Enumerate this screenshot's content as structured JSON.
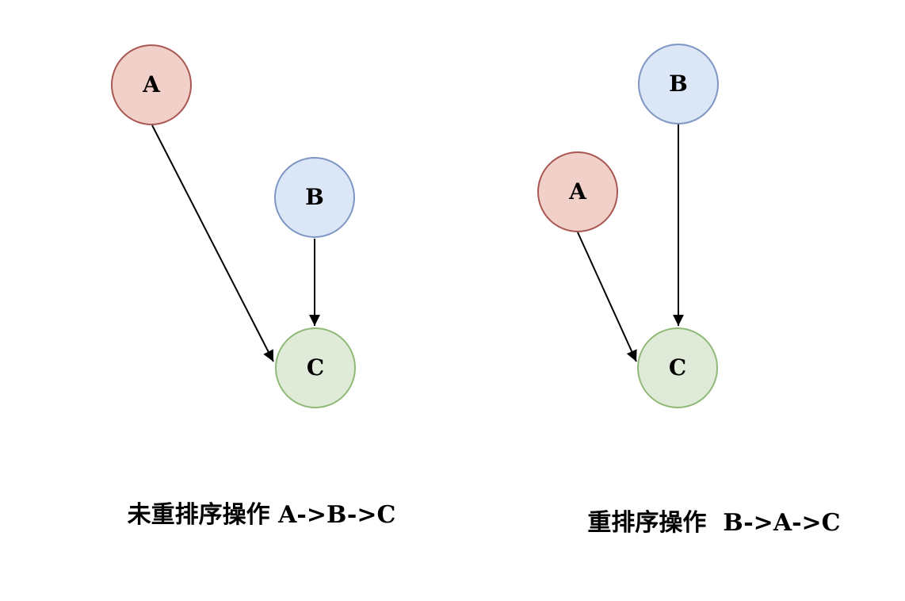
{
  "diagram_type": "directed-graph-comparison",
  "graphs": {
    "left": {
      "caption": "未重排序操作 A->B->C",
      "order": "A->B->C",
      "nodes": [
        {
          "id": "A",
          "label": "A",
          "color": "red"
        },
        {
          "id": "B",
          "label": "B",
          "color": "blue"
        },
        {
          "id": "C",
          "label": "C",
          "color": "green"
        }
      ],
      "edges": [
        {
          "from": "A",
          "to": "C"
        },
        {
          "from": "B",
          "to": "C"
        }
      ]
    },
    "right": {
      "caption": "重排序操作  B->A->C",
      "order": "B->A->C",
      "nodes": [
        {
          "id": "B",
          "label": "B",
          "color": "blue"
        },
        {
          "id": "A",
          "label": "A",
          "color": "red"
        },
        {
          "id": "C",
          "label": "C",
          "color": "green"
        }
      ],
      "edges": [
        {
          "from": "A",
          "to": "C"
        },
        {
          "from": "B",
          "to": "C"
        }
      ]
    }
  },
  "colors": {
    "background": "#ffffff",
    "node_red_fill": "#f2d0ca",
    "node_red_stroke": "#a85752",
    "node_blue_fill": "#dbe6f6",
    "node_blue_stroke": "#7e96c4",
    "node_green_fill": "#dfead9",
    "node_green_stroke": "#8fba77",
    "edge": "#000000",
    "text": "#000000"
  }
}
